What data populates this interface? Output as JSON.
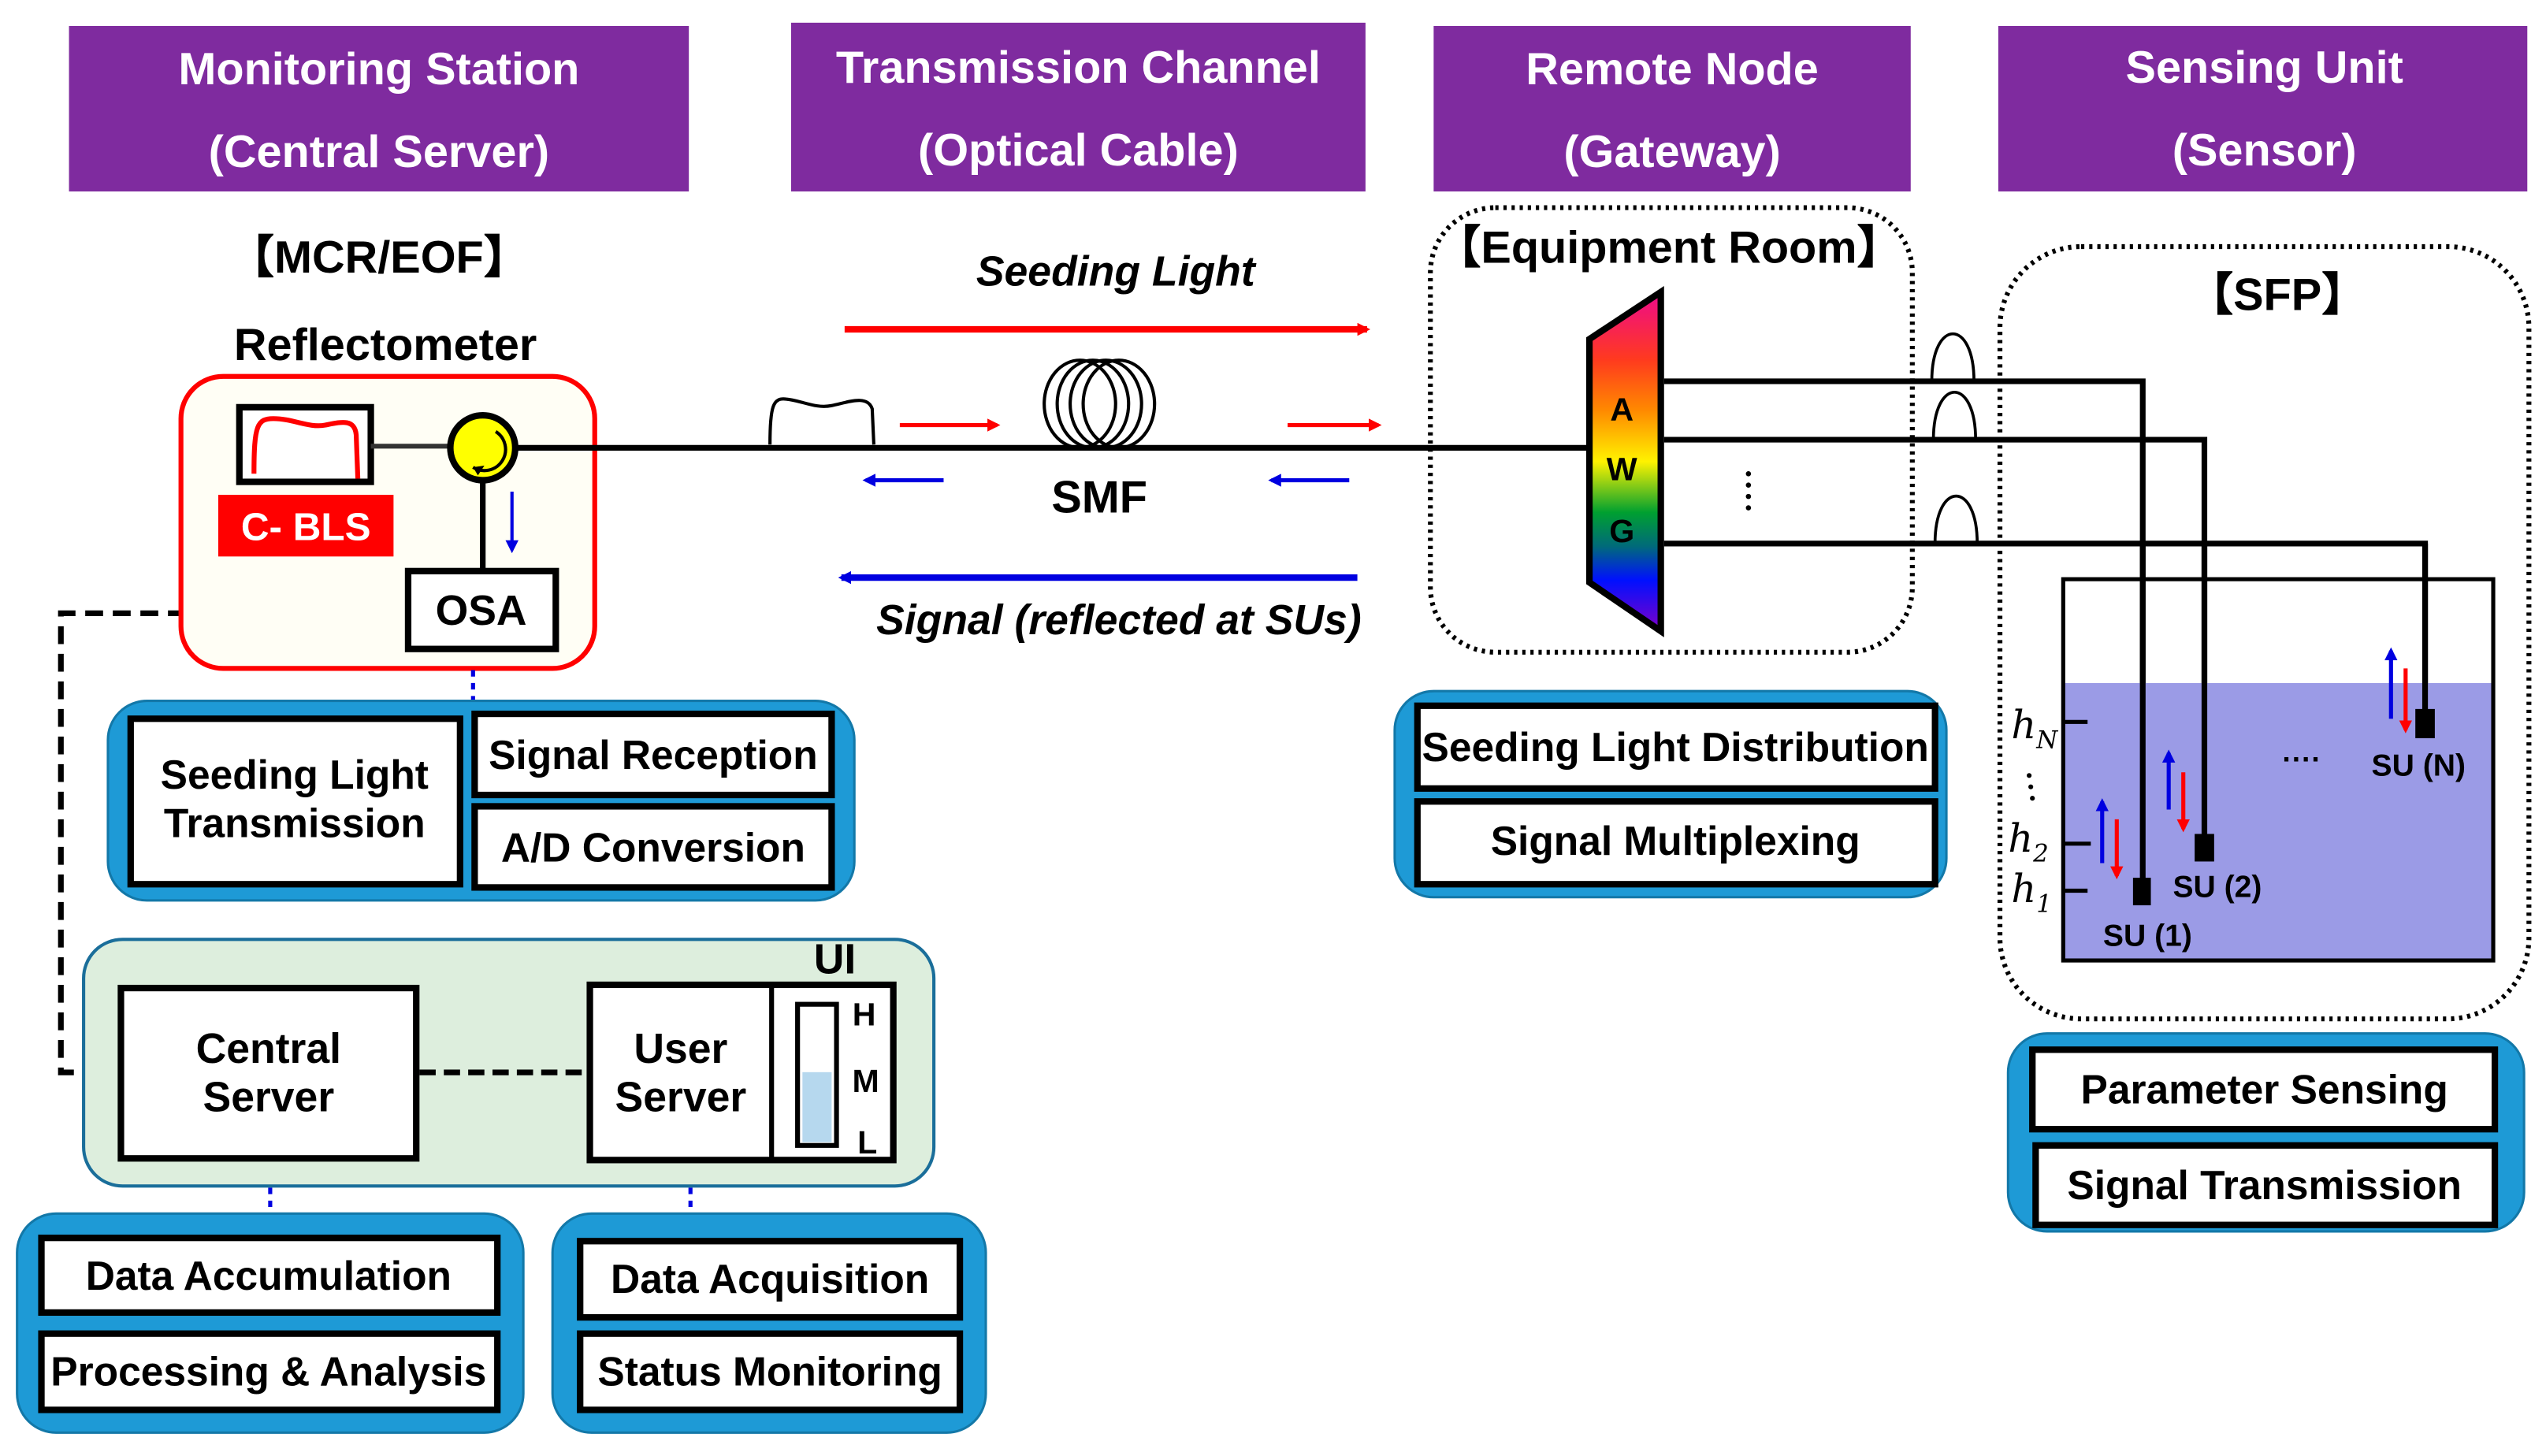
{
  "headers": [
    {
      "line1": "Monitoring Station",
      "line2": "(Central Server)"
    },
    {
      "line1": "Transmission Channel",
      "line2": "(Optical Cable)"
    },
    {
      "line1": "Remote Node",
      "line2": "(Gateway)"
    },
    {
      "line1": "Sensing Unit",
      "line2": "(Sensor)"
    }
  ],
  "colors": {
    "header_bg": "#7F2B9F",
    "function_group": "#1E9AD6",
    "ui_panel": "#DDEEDD",
    "reflectometer_border": "#FF0000",
    "seeding_arrow": "#FF0000",
    "signal_arrow": "#0000E0",
    "water": "#9B9BE6",
    "level_fill": "#B6D8EE"
  },
  "monitoring": {
    "location_label": "【MCR/EOF】",
    "reflectometer_label": "Reflectometer",
    "source_label": "C- BLS",
    "osa_label": "OSA",
    "functions": {
      "seeding": [
        "Seeding Light",
        "Transmission"
      ],
      "signal_reception": "Signal Reception",
      "ad_conversion": "A/D Conversion"
    },
    "ui_panel": {
      "title": "UI",
      "central_server": [
        "Central",
        "Server"
      ],
      "user_server": [
        "User",
        "Server"
      ],
      "level_gauge": {
        "labels": [
          "H",
          "M",
          "L"
        ],
        "level_fraction": 0.52
      }
    },
    "central_functions": [
      "Data Accumulation",
      "Processing & Analysis"
    ],
    "user_functions": [
      "Data Acquisition",
      "Status Monitoring"
    ]
  },
  "channel": {
    "seeding_label": "Seeding Light",
    "signal_label": "Signal (reflected at SUs)",
    "fiber_label": "SMF"
  },
  "remote_node": {
    "location_label": "【Equipment Room】",
    "awg_letters": [
      "A",
      "W",
      "G"
    ],
    "functions": [
      "Seeding Light Distribution",
      "Signal Multiplexing"
    ]
  },
  "sensing": {
    "location_label": "【SFP】",
    "height_labels": [
      "h",
      "h",
      "h"
    ],
    "height_subscripts": [
      "N",
      "2",
      "1"
    ],
    "units": [
      "SU (1)",
      "SU (2)",
      "SU (N)"
    ],
    "ellipsis": "····",
    "functions": [
      "Parameter Sensing",
      "Signal Transmission"
    ]
  }
}
